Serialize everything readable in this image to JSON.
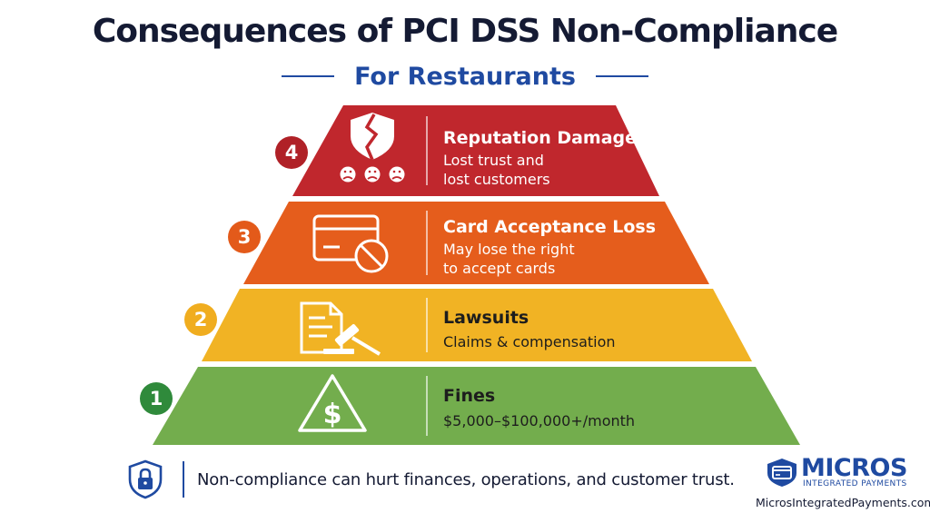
{
  "header": {
    "title": "Consequences of PCI DSS Non-Compliance",
    "subtitle": "For Restaurants"
  },
  "tiers": [
    {
      "number": "4",
      "title": "Reputation Damage",
      "description": [
        "Lost trust and",
        "lost customers"
      ],
      "color": "#c0272d",
      "badge_color": "#b02127",
      "icon": "broken-shield-sad-faces-icon"
    },
    {
      "number": "3",
      "title": "Card Acceptance Loss",
      "description": [
        "May lose the right",
        "to accept cards"
      ],
      "color": "#e55d1c",
      "badge_color": "#e35a1a",
      "icon": "card-blocked-icon"
    },
    {
      "number": "2",
      "title": "Lawsuits",
      "description": [
        "Claims & compensation"
      ],
      "color": "#f1b324",
      "badge_color": "#f0ad1f",
      "icon": "document-gavel-icon"
    },
    {
      "number": "1",
      "title": "Fines",
      "description": [
        "$5,000–$100,000+/month"
      ],
      "color": "#73ad4d",
      "badge_color": "#2f8a3b",
      "icon": "dollar-warning-icon"
    }
  ],
  "footer": {
    "icon": "shield-lock-icon",
    "text": "Non-compliance can hurt finances, operations, and customer trust."
  },
  "brand": {
    "name": "MICROS",
    "tagline": "INTEGRATED PAYMENTS",
    "url": "MicrosIntegratedPayments.com",
    "icon": "credit-card-logo-icon",
    "color": "#1f4aa1"
  }
}
